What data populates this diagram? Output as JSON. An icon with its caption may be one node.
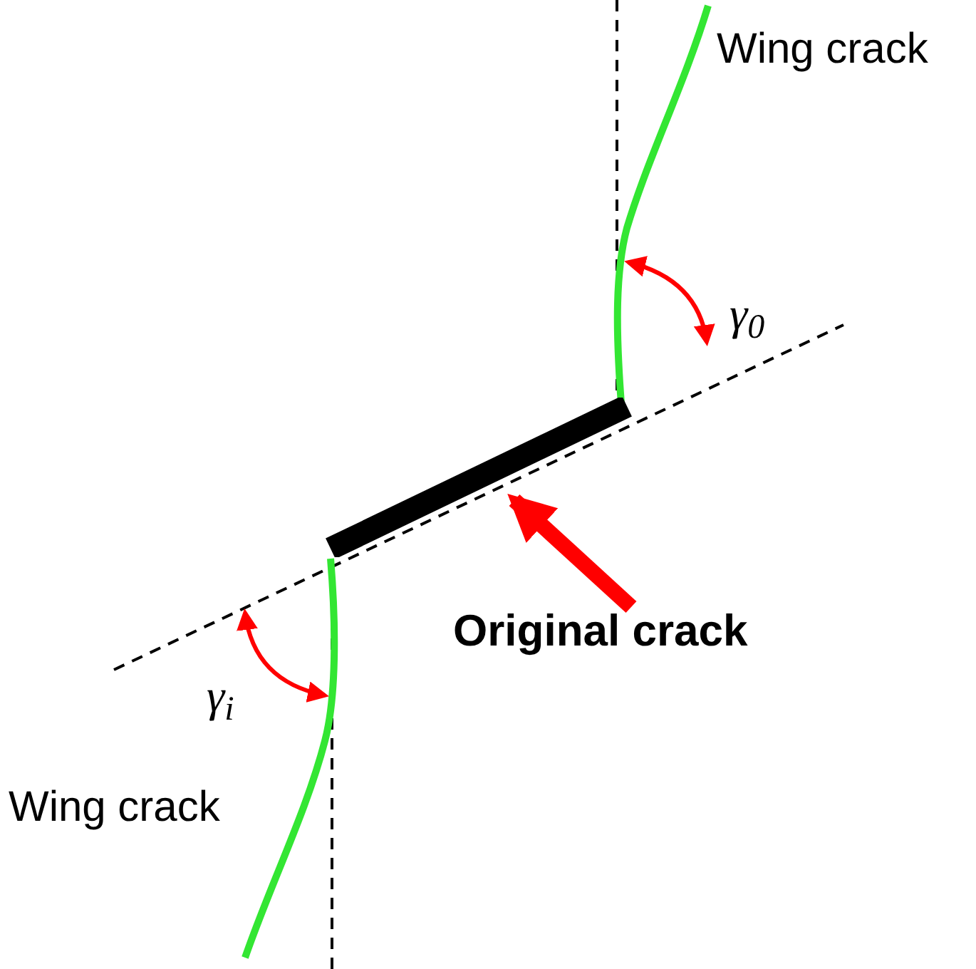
{
  "diagram": {
    "nodes": [
      {
        "text": [
          "Original crack"
        ]
      },
      {
        "text": [],
        "shape": "bar"
      }
    ],
    "edges": [
      {
        "from": 0,
        "to": 1,
        "arrow": "to",
        "color": "#ff0000"
      }
    ],
    "labels": [
      "Wing crack",
      "γ$_{0}$",
      "γ$_{i}$",
      "Wing crack"
    ]
  }
}
